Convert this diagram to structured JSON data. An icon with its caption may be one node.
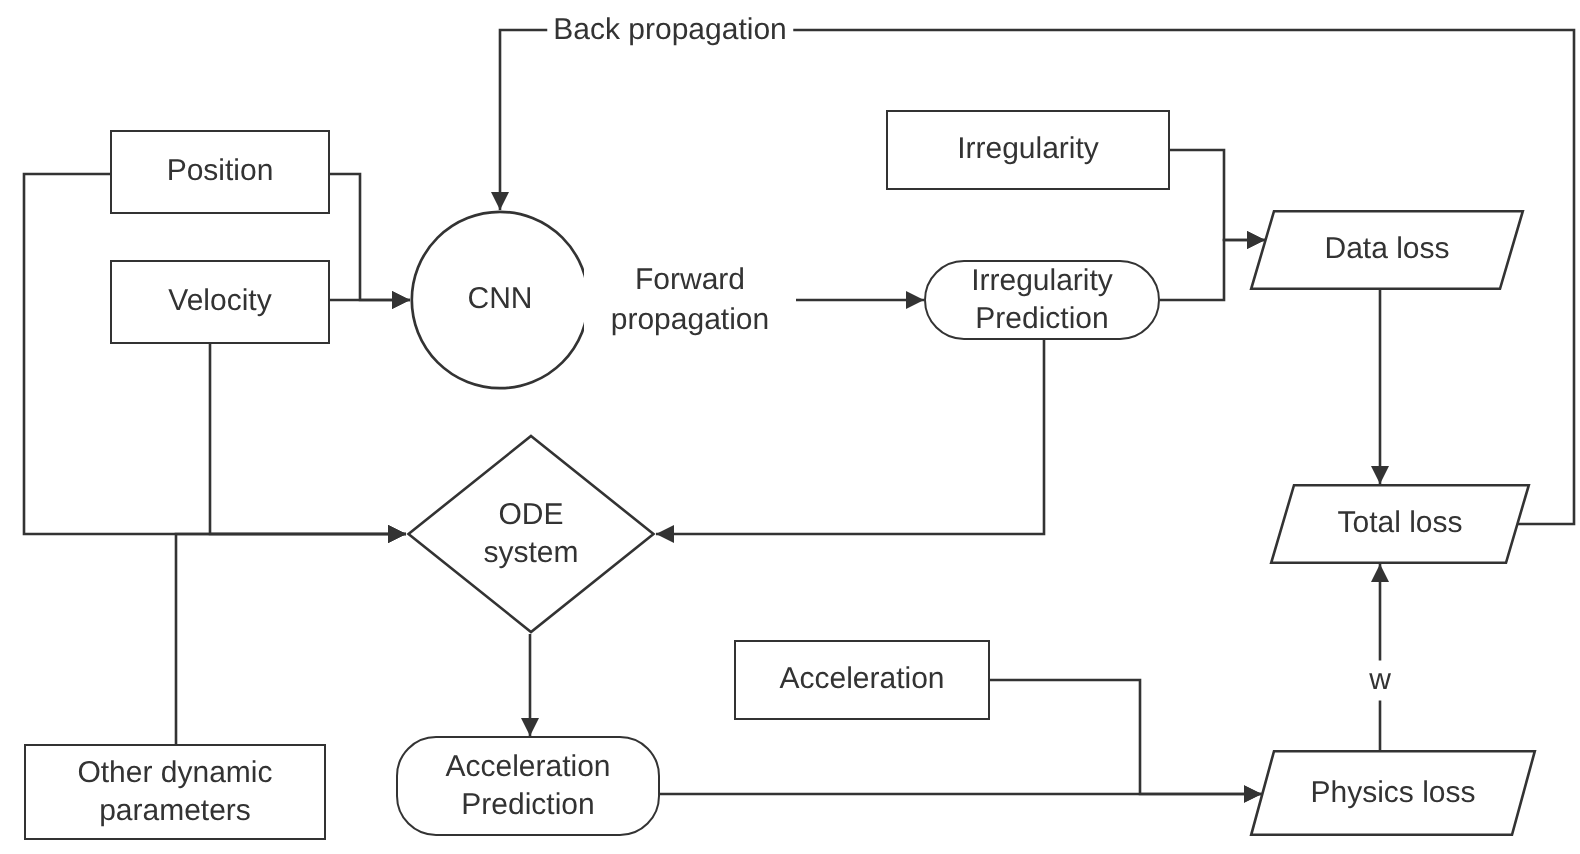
{
  "diagram": {
    "nodes": [
      {
        "text": [
          "Position"
        ]
      },
      {
        "text": [
          "Velocity"
        ]
      },
      {
        "text": [
          "CNN"
        ]
      },
      {
        "text": [
          "Irregularity"
        ]
      },
      {
        "text": [
          "Irregularity Prediction"
        ]
      },
      {
        "text": [
          "Data loss"
        ]
      },
      {
        "text": [
          "ODE system"
        ]
      },
      {
        "text": [
          "Total loss"
        ]
      },
      {
        "text": [
          "Acceleration"
        ]
      },
      {
        "text": [
          "Other dynamic parameters"
        ]
      },
      {
        "text": [
          "Acceleration Prediction"
        ]
      },
      {
        "text": [
          "Physics loss"
        ]
      }
    ],
    "edges": [
      {
        "from": 0,
        "to": 2,
        "arrow": "to"
      },
      {
        "from": 1,
        "to": 2,
        "arrow": "to"
      },
      {
        "from": 7,
        "to": 2,
        "arrow": "to",
        "label": "Back propagation"
      },
      {
        "from": 2,
        "to": 4,
        "arrow": "to",
        "label": "Forward propagation"
      },
      {
        "from": 3,
        "to": 5,
        "arrow": "to"
      },
      {
        "from": 4,
        "to": 5,
        "arrow": "to"
      },
      {
        "from": 0,
        "to": 6,
        "arrow": "to"
      },
      {
        "from": 1,
        "to": 6,
        "arrow": "to"
      },
      {
        "from": 9,
        "to": 6,
        "arrow": "to"
      },
      {
        "from": 4,
        "to": 6,
        "arrow": "to"
      },
      {
        "from": 6,
        "to": 10,
        "arrow": "to"
      },
      {
        "from": 5,
        "to": 7,
        "arrow": "to"
      },
      {
        "from": 10,
        "to": 11,
        "arrow": "to"
      },
      {
        "from": 8,
        "to": 11,
        "arrow": "to"
      },
      {
        "from": 11,
        "to": 7,
        "arrow": "to",
        "label": "w"
      }
    ]
  }
}
